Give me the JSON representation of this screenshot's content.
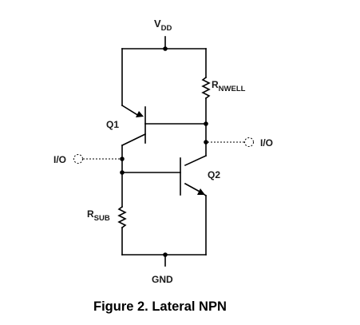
{
  "labels": {
    "vdd": {
      "main": "V",
      "sub": "DD"
    },
    "gnd": "GND",
    "q1": "Q1",
    "q2": "Q2",
    "r_nwell": {
      "main": "R",
      "sub": "NWELL"
    },
    "r_sub": {
      "main": "R",
      "sub": "SUB"
    },
    "io_left": "I/O",
    "io_right": "I/O"
  },
  "caption": "Figure 2. Lateral NPN"
}
